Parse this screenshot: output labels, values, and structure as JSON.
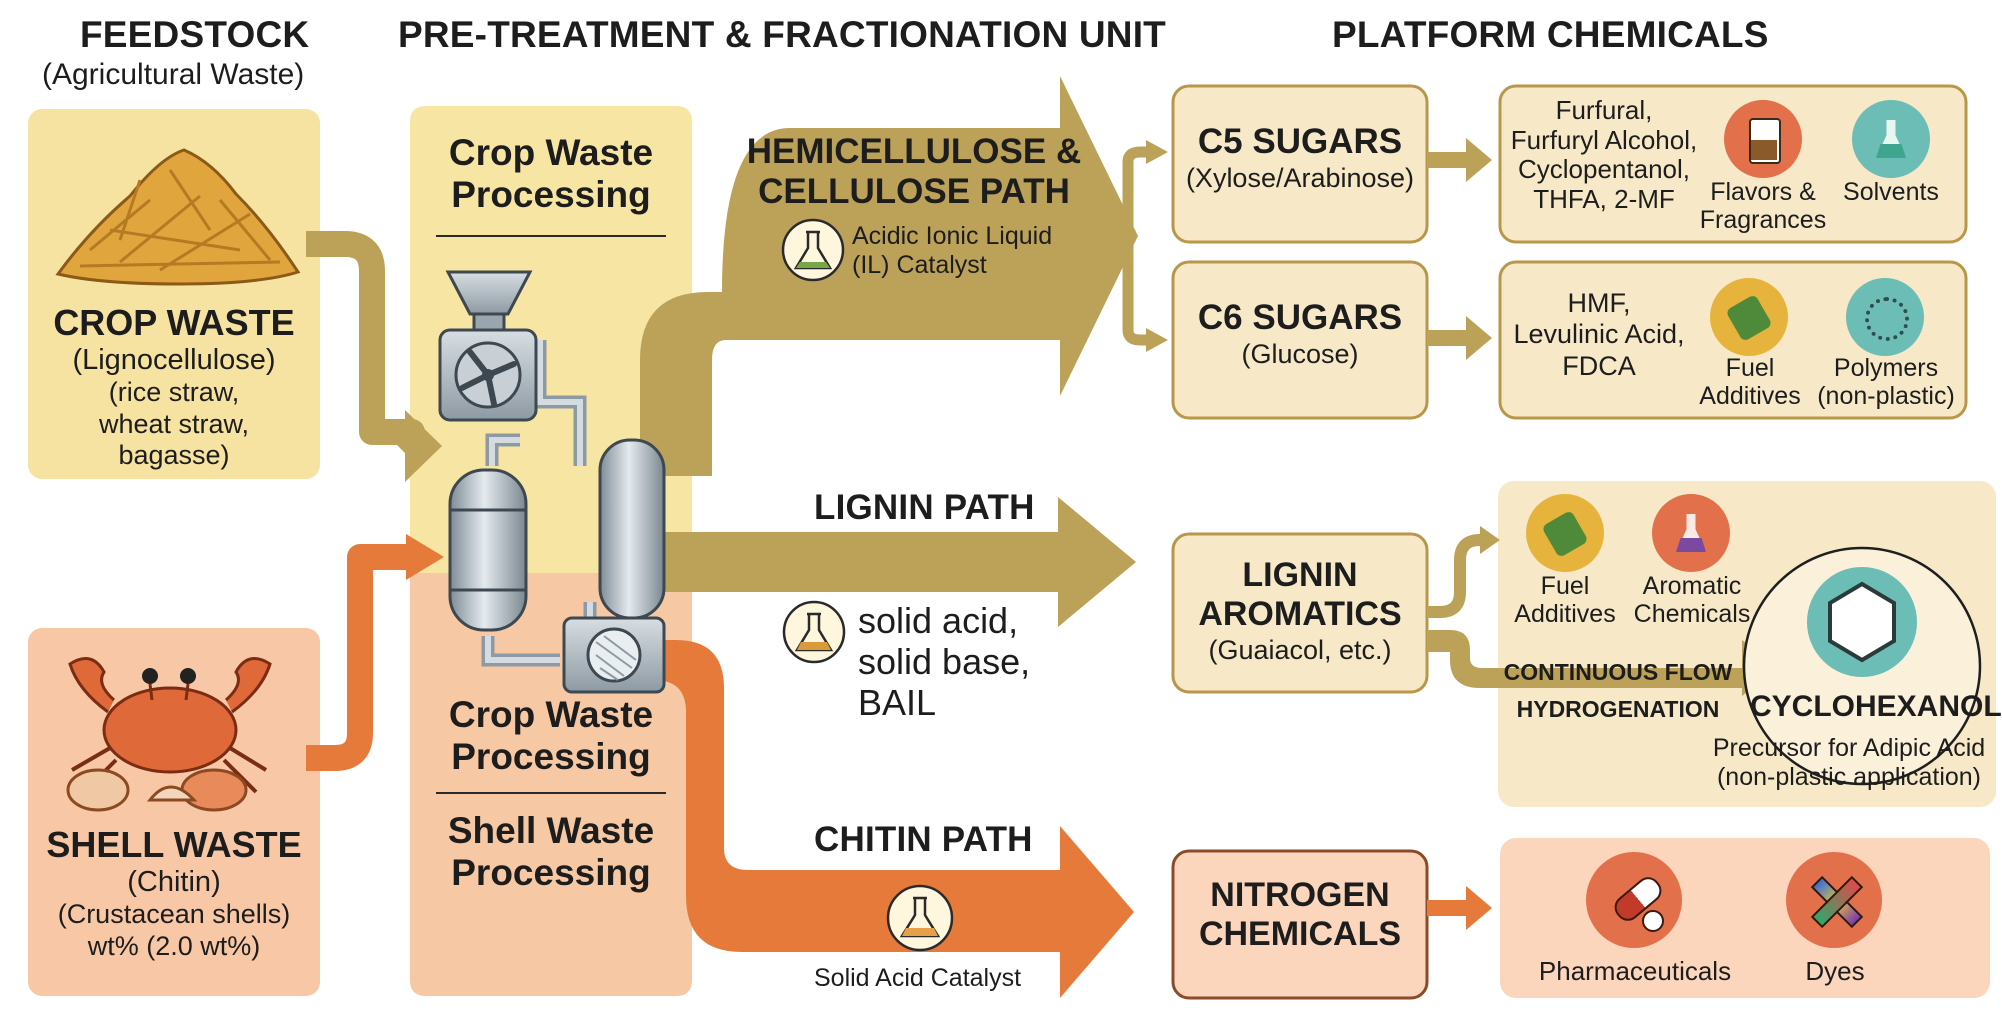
{
  "headers": {
    "feedstock": "FEEDSTOCK",
    "feedstock_sub": "(Agricultural Waste)",
    "pretreatment": "PRE-TREATMENT & FRACTIONATION UNIT",
    "platform": "PLATFORM CHEMICALS"
  },
  "feedstock": {
    "crop": {
      "title": "CROP WASTE",
      "sub": "(Lignocellulose)",
      "detail": [
        "(rice straw,",
        "wheat straw,",
        "bagasse)"
      ]
    },
    "shell": {
      "title": "SHELL WASTE",
      "sub": "(Chitin)",
      "detail": [
        "(Crustacean shells)",
        "wt% (2.0 wt%)"
      ]
    }
  },
  "unit": {
    "top_title": [
      "Crop Waste",
      "Processing"
    ],
    "mid_title": [
      "Crop Waste",
      "Processing"
    ],
    "bottom_title": [
      "Shell Waste",
      "Processing"
    ]
  },
  "paths": {
    "hemi": {
      "title": [
        "HEMICELLULOSE &",
        "CELLULOSE PATH"
      ],
      "catalyst": [
        "Acidic Ionic Liquid",
        "(IL) Catalyst"
      ]
    },
    "lignin": {
      "title": "LIGNIN PATH",
      "catalyst": [
        "solid acid,",
        "solid base,",
        "BAIL"
      ]
    },
    "chitin": {
      "title": "CHITIN PATH",
      "catalyst": "Solid Acid Catalyst"
    }
  },
  "platform": {
    "c5": {
      "title": "C5 SUGARS",
      "sub": "(Xylose/Arabinose)",
      "products": [
        "Furfural,",
        "Furfuryl Alcohol,",
        "Cyclopentanol,",
        "THFA, 2-MF"
      ],
      "apps": [
        {
          "label": [
            "Flavors &",
            "Fragrances"
          ],
          "icon": "flavor-jar-icon",
          "color": "#e2704a"
        },
        {
          "label": [
            "Solvents"
          ],
          "icon": "flask-icon",
          "color": "#6bbdb6"
        }
      ]
    },
    "c6": {
      "title": "C6 SUGARS",
      "sub": "(Glucose)",
      "products": [
        "HMF,",
        "Levulinic Acid,",
        "FDCA"
      ],
      "apps": [
        {
          "label": [
            "Fuel",
            "Additives"
          ],
          "icon": "fuel-nozzle-icon",
          "color": "#e6b43c"
        },
        {
          "label": [
            "Polymers",
            "(non-plastic)"
          ],
          "icon": "polymer-ring-icon",
          "color": "#6bbdb6"
        }
      ]
    },
    "lignin": {
      "title": [
        "LIGNIN",
        "AROMATICS"
      ],
      "sub": "(Guaiacol, etc.)",
      "apps": [
        {
          "label": [
            "Fuel",
            "Additives"
          ],
          "icon": "fuel-nozzle-icon",
          "color": "#e6b43c"
        },
        {
          "label": [
            "Aromatic",
            "Chemicals"
          ],
          "icon": "flask-icon",
          "color": "#e2704a"
        }
      ],
      "flow": [
        "CONTINUOUS FLOW",
        "HYDROGENATION"
      ],
      "product": "CYCLOHEXANOL",
      "product_sub": [
        "Precursor for Adipic Acid",
        "(non-plastic application)"
      ]
    },
    "nitrogen": {
      "title": [
        "NITROGEN",
        "CHEMICALS"
      ],
      "apps": [
        {
          "label": "Pharmaceuticals",
          "icon": "pill-capsule-icon",
          "color": "#e2704a"
        },
        {
          "label": "Dyes",
          "icon": "pencil-brush-icon",
          "color": "#e2704a"
        }
      ]
    }
  },
  "colors": {
    "crop_yellow": "#f6e3a1",
    "shell_peach": "#f8c8a6",
    "unit_yellow": "#f7e6a3",
    "unit_peach": "#f6c8a3",
    "olive_arrow": "#bca259",
    "orange_arrow": "#e67a3a",
    "box_fill": "#f7e9c8",
    "box_border": "#b8964a",
    "nitrogen_fill": "#fbd6bd",
    "nitrogen_border": "#8a4b2a"
  }
}
